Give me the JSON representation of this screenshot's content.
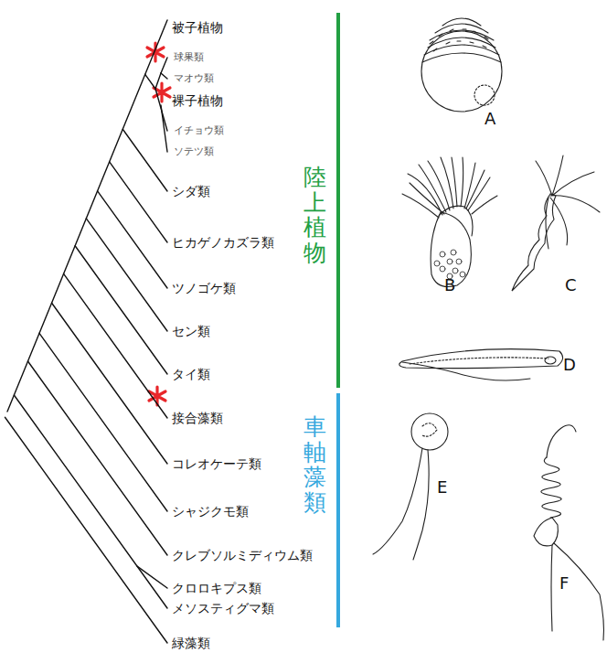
{
  "diagram": {
    "labels": [
      "被子植物",
      "球果類",
      "マオウ類",
      "裸子植物",
      "イチョウ類",
      "ソテツ類",
      "シダ類",
      "ヒカゲノカズラ類",
      "ツノゴケ類",
      "セン類",
      "タイ類",
      "接合藻類",
      "コレオケーテ類",
      "シャジクモ類",
      "クレブソルミディウム類",
      "クロロキプス類",
      "メソスティグマ類",
      "緑藻類",
      "陸上植物",
      "車軸藻類",
      "A",
      "B",
      "C",
      "D",
      "E",
      "F"
    ]
  }
}
